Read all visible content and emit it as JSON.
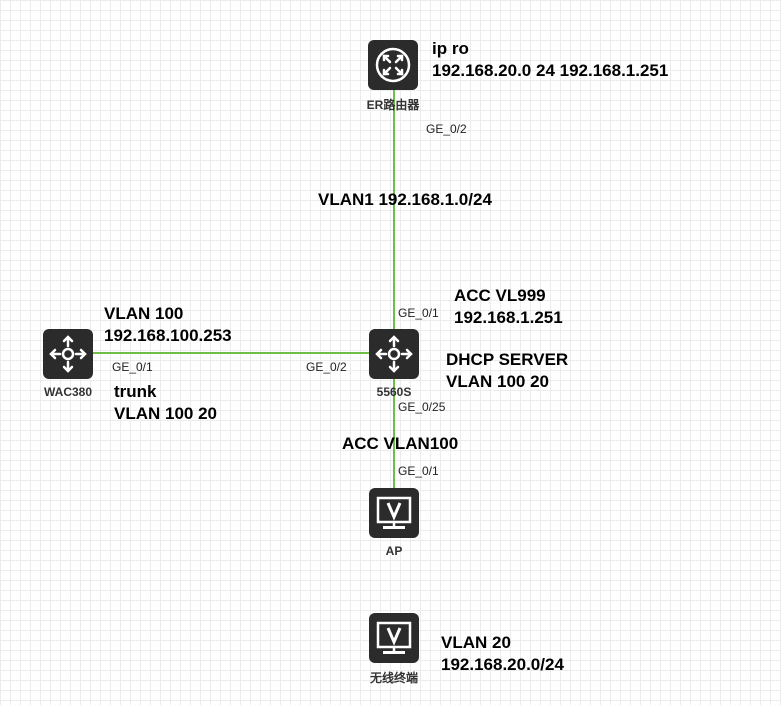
{
  "devices": {
    "router": {
      "label": "ER路由器",
      "icon": "router-icon"
    },
    "switch": {
      "label": "5560S",
      "icon": "switch-icon"
    },
    "wac": {
      "label": "WAC380",
      "icon": "switch-icon"
    },
    "ap": {
      "label": "AP",
      "icon": "monitor-icon"
    },
    "wireless": {
      "label": "无线终端",
      "icon": "monitor-icon"
    }
  },
  "ports": {
    "router_ge02": "GE_0/2",
    "switch_ge01": "GE_0/1",
    "switch_ge02": "GE_0/2",
    "switch_ge025": "GE_0/25",
    "wac_ge01": "GE_0/1",
    "ap_ge01": "GE_0/1"
  },
  "notes": {
    "router": {
      "line1": "ip ro",
      "line2": "192.168.20.0 24 192.168.1.251"
    },
    "vlan1": "VLAN1  192.168.1.0/24",
    "acc_vl999": {
      "line1": "ACC VL999",
      "line2": "192.168.1.251"
    },
    "dhcp": {
      "line1": "DHCP SERVER",
      "line2": "VLAN 100  20"
    },
    "vlan100": {
      "line1": "VLAN 100",
      "line2": "192.168.100.253"
    },
    "trunk": {
      "line1": "trunk",
      "line2": "VLAN 100 20"
    },
    "acc_vlan100": "ACC  VLAN100",
    "vlan20": {
      "line1": "VLAN 20",
      "line2": "192.168.20.0/24"
    }
  },
  "colors": {
    "link": "#6cc04a",
    "device_bg": "#2b2b2b",
    "device_fg": "#ffffff"
  }
}
